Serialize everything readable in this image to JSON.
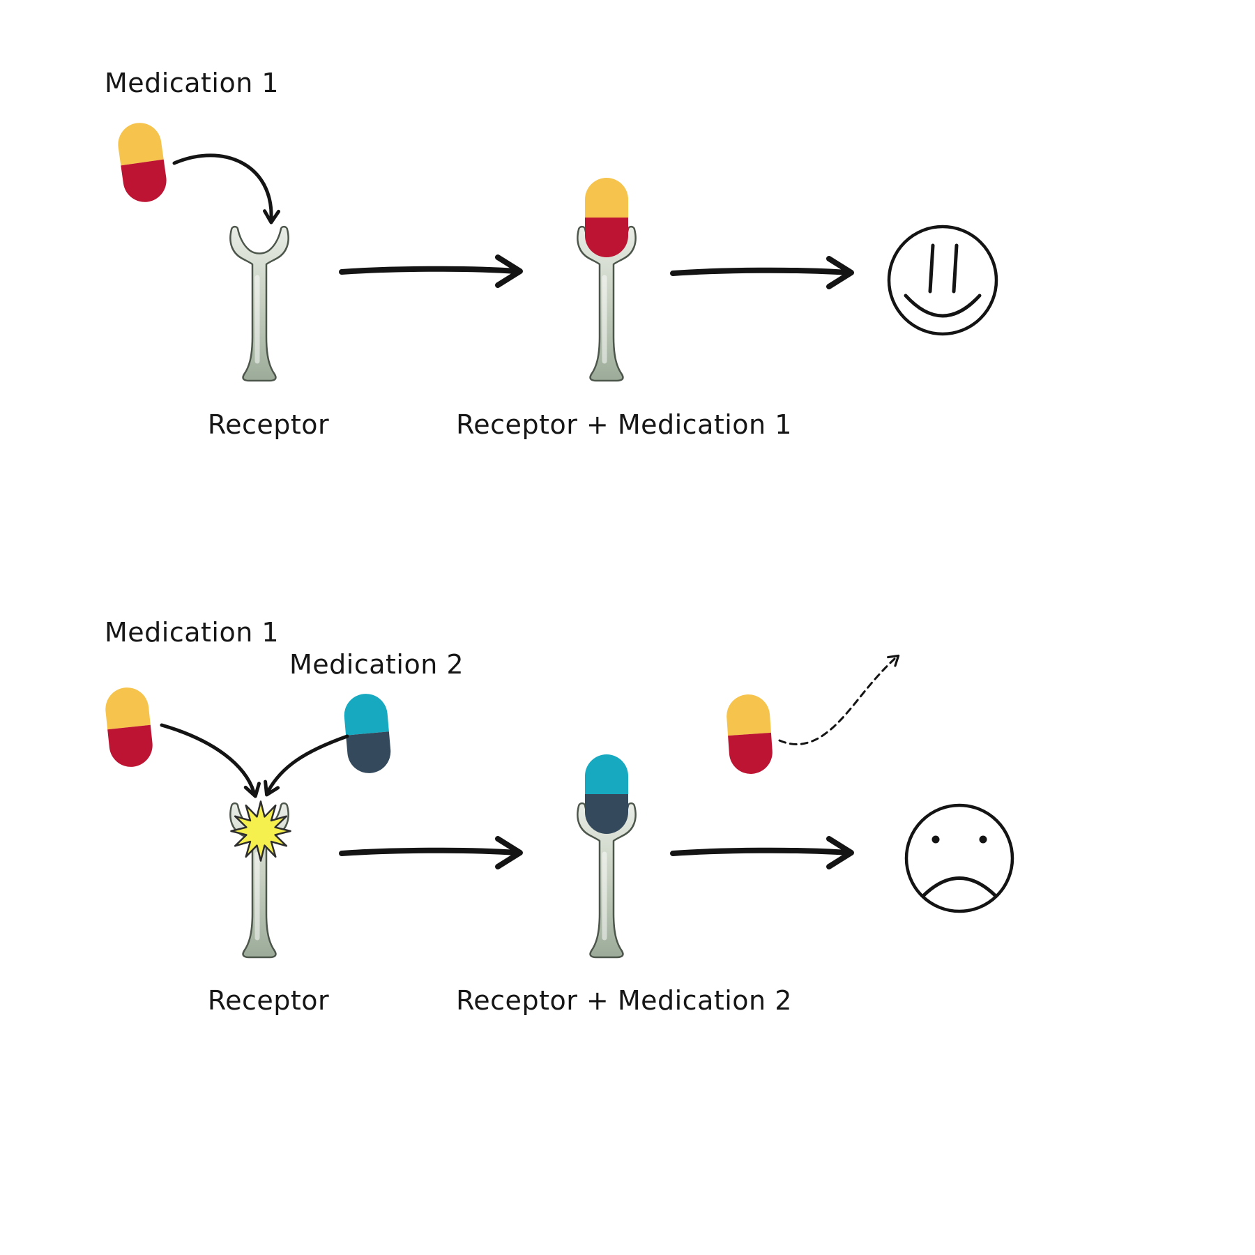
{
  "colors": {
    "ink": "#141414",
    "pill1_top": "#F6C44C",
    "pill1_bottom": "#BE1433",
    "pill2_top": "#16A9C0",
    "pill2_bottom": "#344A5C",
    "receptor_stroke": "#4d564b",
    "starburst_fill": "#F6F04E",
    "starburst_stroke": "#2d2d2d"
  },
  "top_row": {
    "medication1_label": "Medication 1",
    "receptor_label": "Receptor",
    "result_label": "Receptor + Medication 1",
    "outcome": "happy-face"
  },
  "bottom_row": {
    "medication1_label": "Medication 1",
    "medication2_label": "Medication 2",
    "receptor_label": "Receptor",
    "result_label": "Receptor + Medication 2",
    "outcome": "sad-face"
  }
}
